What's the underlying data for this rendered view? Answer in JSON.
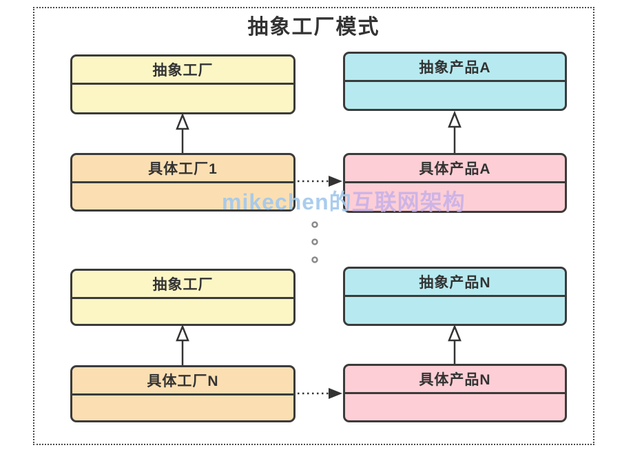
{
  "title": "抽象工厂模式",
  "watermark": {
    "text_blue": "mikechen的",
    "text_purple": "互联网架构"
  },
  "colors": {
    "abstract_factory_fill": "#fcf6c5",
    "abstract_product_fill": "#b6eaf0",
    "concrete_factory_fill": "#fbdfb2",
    "concrete_product_fill": "#fdced5",
    "box_border": "#3b3b3b",
    "frame_dotted_border": "#4a4a4a",
    "watermark_blue": "#a3c9ed",
    "watermark_purple": "#c9b2e8"
  },
  "boxes": [
    {
      "id": "abstract-factory-top",
      "label": "抽象工厂"
    },
    {
      "id": "abstract-product-a",
      "label": "抽象产品A"
    },
    {
      "id": "concrete-factory-1",
      "label": "具体工厂1"
    },
    {
      "id": "concrete-product-a",
      "label": "具体产品A"
    },
    {
      "id": "abstract-factory-bottom",
      "label": "抽象工厂"
    },
    {
      "id": "abstract-product-n",
      "label": "抽象产品N"
    },
    {
      "id": "concrete-factory-n",
      "label": "具体工厂N"
    },
    {
      "id": "concrete-product-n",
      "label": "具体产品N"
    }
  ],
  "relations": {
    "inheritance": "hollow-triangle-up",
    "dependency": "dotted-line-filled-arrow-right"
  }
}
